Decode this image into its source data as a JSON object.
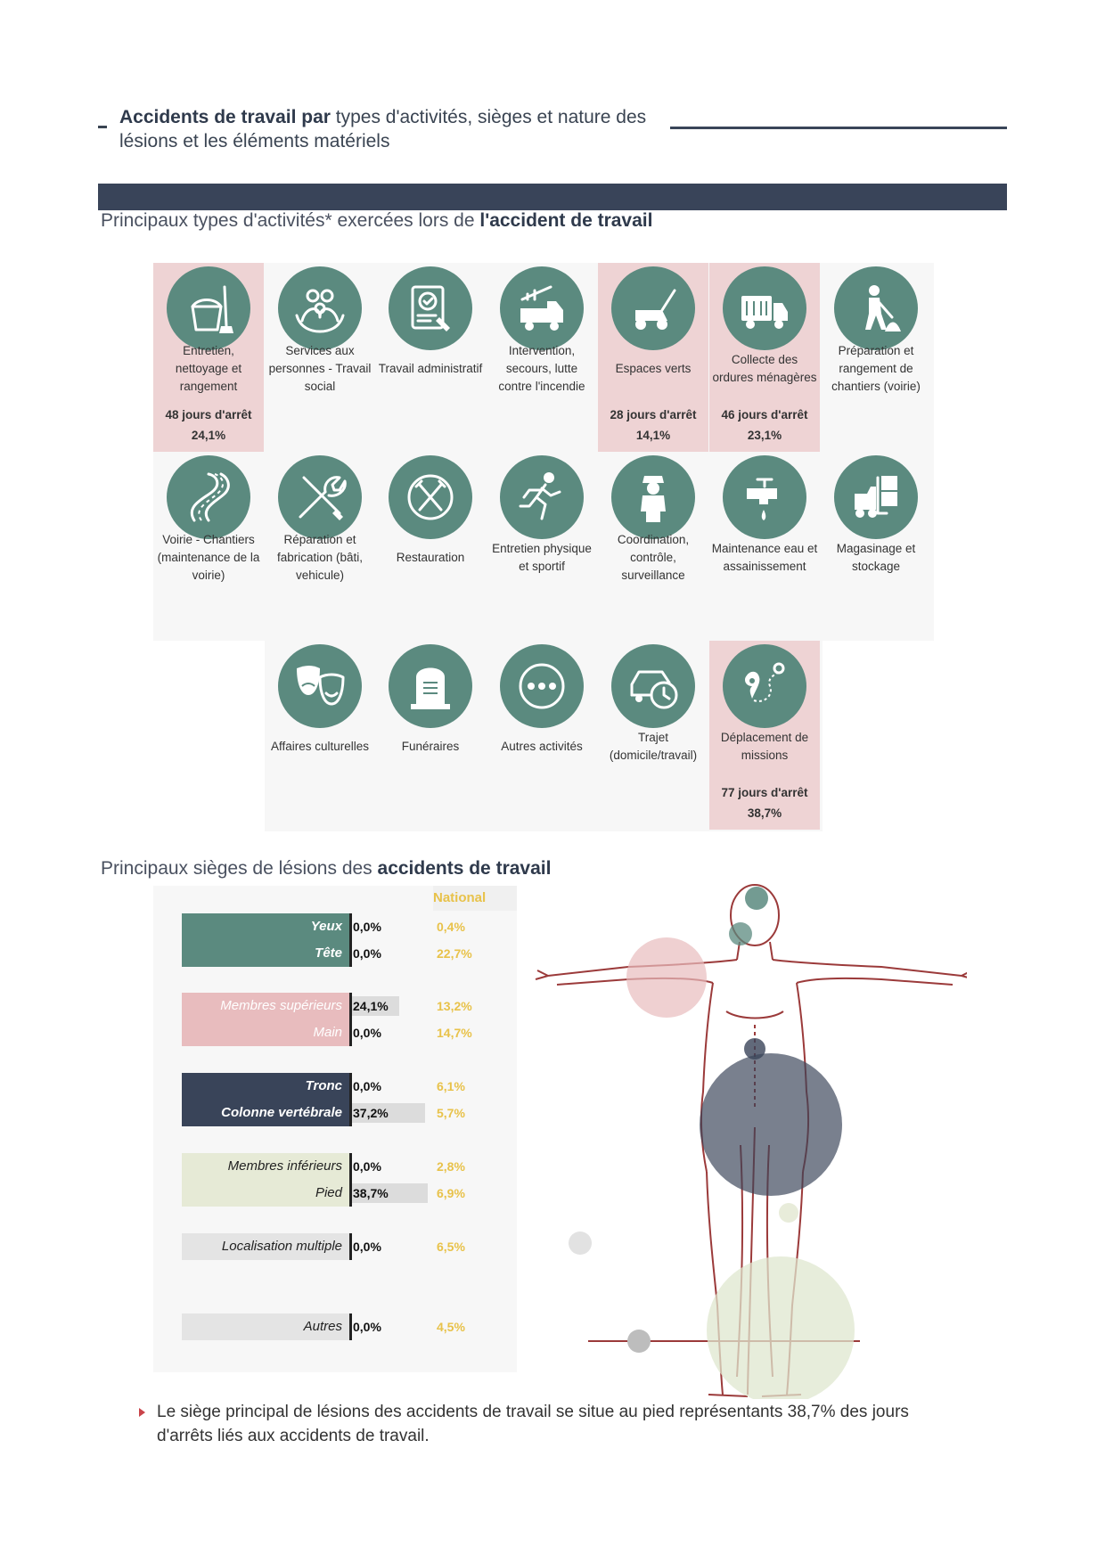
{
  "header": {
    "title_bold": "Accidents de travail par",
    "title_rest": " types d'activités, sièges et nature des lésions et les éléments matériels"
  },
  "activities": {
    "title_prefix": "Principaux types d'activités* exercées lors de ",
    "title_bold": "l'accident de travail",
    "items": [
      {
        "label": "Entretien, nettoyage et rangement",
        "icon": "cleaning-bucket-icon",
        "days": "48 jours d'arrêt",
        "percent": "24,1%",
        "highlight": true
      },
      {
        "label": "Services aux personnes - Travail social",
        "icon": "family-care-icon"
      },
      {
        "label": "Travail administratif",
        "icon": "document-stamp-icon"
      },
      {
        "label": "Intervention, secours, lutte contre l'incendie",
        "icon": "fire-truck-icon"
      },
      {
        "label": "Espaces verts",
        "icon": "lawn-mower-icon",
        "days": "28 jours d'arrêt",
        "percent": "14,1%",
        "highlight": true
      },
      {
        "label": "Collecte des ordures ménagères",
        "icon": "garbage-truck-icon",
        "days": "46 jours d'arrêt",
        "percent": "23,1%",
        "highlight": true
      },
      {
        "label": "Préparation et rangement de chantiers (voirie)",
        "icon": "worker-shovel-icon"
      },
      {
        "label": "Voirie - Chantiers (maintenance de la voirie)",
        "icon": "road-icon"
      },
      {
        "label": "Réparation et fabrication (bâti, vehicule)",
        "icon": "tools-icon"
      },
      {
        "label": "Restauration",
        "icon": "plate-cutlery-icon"
      },
      {
        "label": "Entretien physique et sportif",
        "icon": "runner-icon"
      },
      {
        "label": "Coordination, contrôle, surveillance",
        "icon": "security-guard-icon"
      },
      {
        "label": "Maintenance eau et assainissement",
        "icon": "water-tap-icon"
      },
      {
        "label": "Magasinage et stockage",
        "icon": "forklift-icon"
      },
      {
        "label": "Affaires culturelles",
        "icon": "theater-masks-icon"
      },
      {
        "label": "Funéraires",
        "icon": "tombstone-icon"
      },
      {
        "label": "Autres activités",
        "icon": "more-dots-icon"
      },
      {
        "label": "Trajet (domicile/travail)",
        "icon": "car-clock-icon"
      },
      {
        "label": "Déplacement de missions",
        "icon": "route-pin-icon",
        "days": "77 jours d'arrêt",
        "percent": "38,7%",
        "highlight": true
      }
    ]
  },
  "sieges": {
    "title_prefix": "Principaux sièges de lésions des ",
    "title_bold": "accidents de travail",
    "national_header": "National",
    "colors": {
      "head": "#5b8a7f",
      "upper": "#e8bcbe",
      "trunk": "#394459",
      "lower": "#e6ead6",
      "other": "#e4e4e4",
      "national": "#e8c24a"
    },
    "rows": [
      {
        "label": "Yeux",
        "value": "0,0%",
        "value_num": 0.0,
        "national": "0,4%",
        "group": "head"
      },
      {
        "label": "Tête",
        "value": "0,0%",
        "value_num": 0.0,
        "national": "22,7%",
        "group": "head"
      },
      {
        "label": "Membres supérieurs",
        "value": "24,1%",
        "value_num": 24.1,
        "national": "13,2%",
        "group": "upper"
      },
      {
        "label": "Main",
        "value": "0,0%",
        "value_num": 0.0,
        "national": "14,7%",
        "group": "upper"
      },
      {
        "label": "Tronc",
        "value": "0,0%",
        "value_num": 0.0,
        "national": "6,1%",
        "group": "trunk"
      },
      {
        "label": "Colonne vertébrale",
        "value": "37,2%",
        "value_num": 37.2,
        "national": "5,7%",
        "group": "trunk"
      },
      {
        "label": "Membres inférieurs",
        "value": "0,0%",
        "value_num": 0.0,
        "national": "2,8%",
        "group": "lower"
      },
      {
        "label": "Pied",
        "value": "38,7%",
        "value_num": 38.7,
        "national": "6,9%",
        "group": "lower"
      },
      {
        "label": "Localisation multiple",
        "value": "0,0%",
        "value_num": 0.0,
        "national": "6,5%",
        "group": "other"
      },
      {
        "label": "Autres",
        "value": "0,0%",
        "value_num": 0.0,
        "national": "4,5%",
        "group": "other"
      }
    ]
  },
  "note": "Le siège principal de lésions des accidents de travail se situe au pied représentants 38,7% des jours d'arrêts liés aux accidents de travail."
}
